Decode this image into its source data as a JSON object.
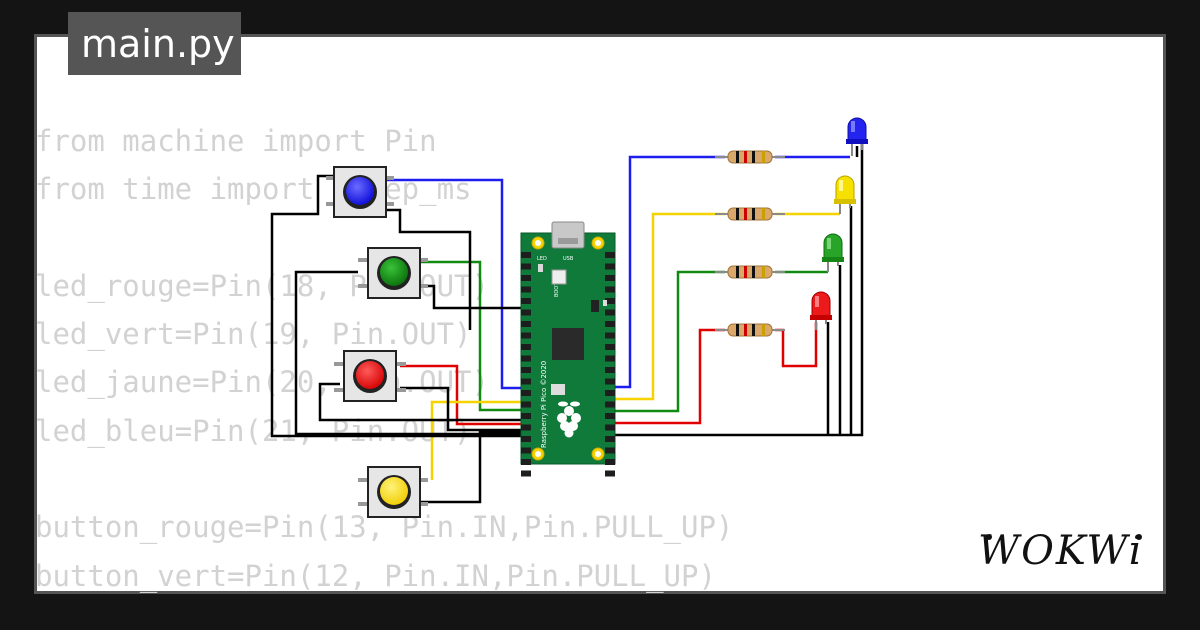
{
  "file_tab": {
    "label": "main.py"
  },
  "code": {
    "lines": [
      "from machine import Pin",
      "from time import sleep_ms",
      "",
      "led_rouge=Pin(18, Pin.OUT)",
      "led_vert=Pin(19, Pin.OUT)",
      "led_jaune=Pin(20, Pin.OUT)",
      "led_bleu=Pin(21, Pin.OUT)",
      "",
      "button_rouge=Pin(13, Pin.IN,Pin.PULL_UP)",
      "button_vert=Pin(12, Pin.IN,Pin.PULL_UP)"
    ]
  },
  "board": {
    "silk": {
      "name": "Raspberry Pi Pico ©2020",
      "led": "LED",
      "usb": "USB",
      "bootsel": "BOOTSEL"
    }
  },
  "colors": {
    "blue": "#1d1df0",
    "green": "#118a11",
    "red": "#e00000",
    "yellow": "#f5d300",
    "wire_black": "#000000",
    "pcb": "#0f7a3a"
  },
  "brand": {
    "logo": "WOKWi"
  }
}
